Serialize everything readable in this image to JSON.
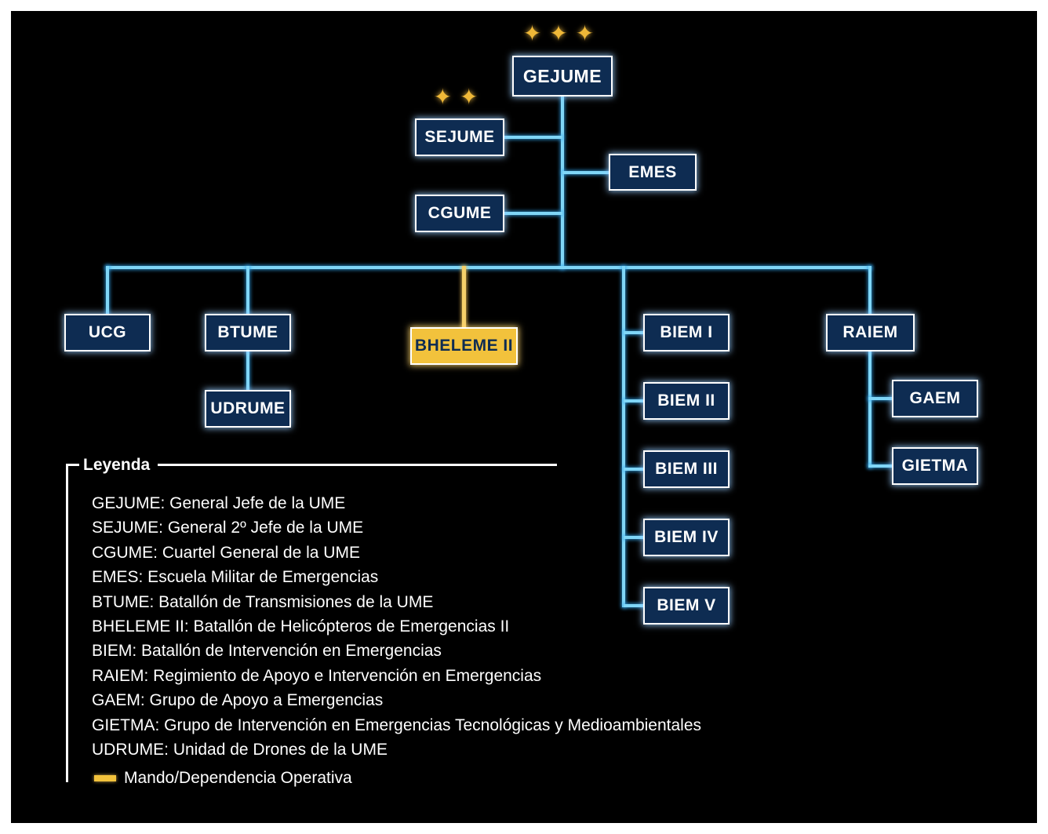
{
  "nodes": {
    "gejume": "GEJUME",
    "sejume": "SEJUME",
    "emes": "EMES",
    "cgume": "CGUME",
    "ucg": "UCG",
    "btume": "BTUME",
    "udrume": "UDRUME",
    "bheleme": "BHELEME II",
    "biem1": "BIEM I",
    "biem2": "BIEM II",
    "biem3": "BIEM III",
    "biem4": "BIEM IV",
    "biem5": "BIEM V",
    "raiem": "RAIEM",
    "gaem": "GAEM",
    "gietma": "GIETMA"
  },
  "stars": {
    "gejume": "✦✦✦",
    "sejume": "✦✦"
  },
  "legend": {
    "title": "Leyenda",
    "items": [
      "GEJUME: General Jefe de la UME",
      "SEJUME: General 2º Jefe de la UME",
      "CGUME: Cuartel General de la UME",
      "EMES: Escuela Militar de Emergencias",
      "BTUME: Batallón de Transmisiones de la UME",
      "BHELEME II: Batallón de Helicópteros de Emergencias II",
      "BIEM: Batallón de Intervención en Emergencias",
      "RAIEM: Regimiento de Apoyo e Intervención en Emergencias",
      "GAEM: Grupo de Apoyo a Emergencias",
      "GIETMA: Grupo de Intervención en Emergencias Tecnológicas y Medioambientales",
      "UDRUME: Unidad de Drones de la UME"
    ],
    "operational_label": "Mando/Dependencia Operativa"
  },
  "colors": {
    "background": "#000000",
    "frame": "#ffffff",
    "box_fill": "#0e2c52",
    "box_border": "#ffffff",
    "box_text": "#ffffff",
    "connector": "#7fd6f7",
    "highlight": "#f2c23c",
    "highlight_text": "#0e2c52",
    "star": "#efb838",
    "legend_text": "#ffffff"
  }
}
